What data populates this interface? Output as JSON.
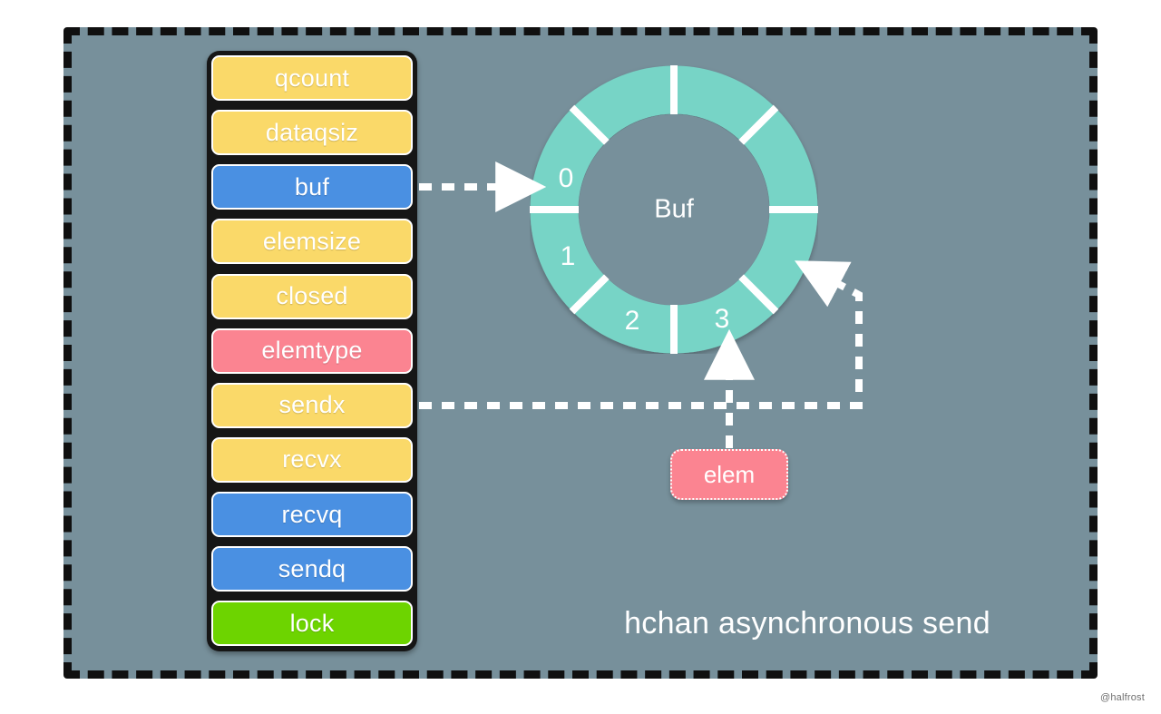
{
  "diagram": {
    "caption": "hchan asynchronous send",
    "watermark": "@halfrost",
    "background_color": "#77909b",
    "frame_border_color": "#101010"
  },
  "struct": {
    "name": "hchan",
    "container_color": "#161616",
    "fields": [
      {
        "label": "qcount",
        "color": "#fad969",
        "kind": "yellow"
      },
      {
        "label": "dataqsiz",
        "color": "#fad969",
        "kind": "yellow"
      },
      {
        "label": "buf",
        "color": "#4a90e2",
        "kind": "blue"
      },
      {
        "label": "elemsize",
        "color": "#fad969",
        "kind": "yellow"
      },
      {
        "label": "closed",
        "color": "#fad969",
        "kind": "yellow"
      },
      {
        "label": "elemtype",
        "color": "#fb8491",
        "kind": "pink"
      },
      {
        "label": "sendx",
        "color": "#fad969",
        "kind": "yellow"
      },
      {
        "label": "recvx",
        "color": "#fad969",
        "kind": "yellow"
      },
      {
        "label": "recvq",
        "color": "#4a90e2",
        "kind": "blue"
      },
      {
        "label": "sendq",
        "color": "#4a90e2",
        "kind": "blue"
      },
      {
        "label": "lock",
        "color": "#6dd400",
        "kind": "green"
      }
    ]
  },
  "ring": {
    "center_label": "Buf",
    "color": "#77d4c6",
    "divider_color": "#ffffff",
    "hole_color": "#77909b",
    "slot_count": 8,
    "slot_labels": [
      "0",
      "1",
      "2",
      "3"
    ],
    "label_angles_deg": [
      247.5,
      202.5,
      157.5,
      112.5
    ],
    "divider_angles_deg": [
      0,
      45,
      90,
      135,
      180,
      225,
      270,
      315
    ]
  },
  "elem": {
    "label": "elem",
    "color": "#fb8491",
    "border_style": "dotted"
  },
  "arrows": {
    "buf_to_ring": "buf",
    "sendx_to_ring": "sendx",
    "elem_to_ring": "elem",
    "color": "#ffffff",
    "style": "dashed"
  }
}
